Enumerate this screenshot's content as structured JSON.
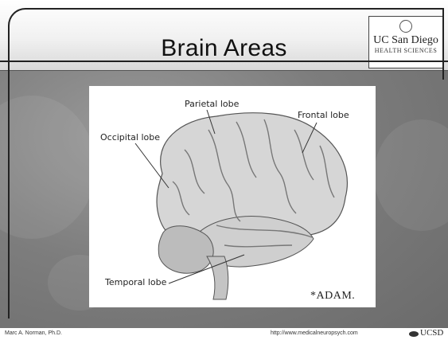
{
  "slide": {
    "title": "Brain Areas"
  },
  "logo": {
    "line1": "UC San Diego",
    "line2": "HEALTH SCIENCES"
  },
  "figure": {
    "labels": {
      "parietal": "Parietal lobe",
      "frontal": "Frontal lobe",
      "occipital": "Occipital lobe",
      "temporal": "Temporal lobe"
    },
    "credit": "*ADAM."
  },
  "footer": {
    "author": "Marc A. Norman, Ph.D.",
    "url": "http://www.medicalneuropsych.com",
    "brand": "UCSD"
  },
  "colors": {
    "background": "#7d7d7d",
    "header": "#f1f1f1",
    "brain": "#d6d6d6",
    "text": "#111111"
  }
}
